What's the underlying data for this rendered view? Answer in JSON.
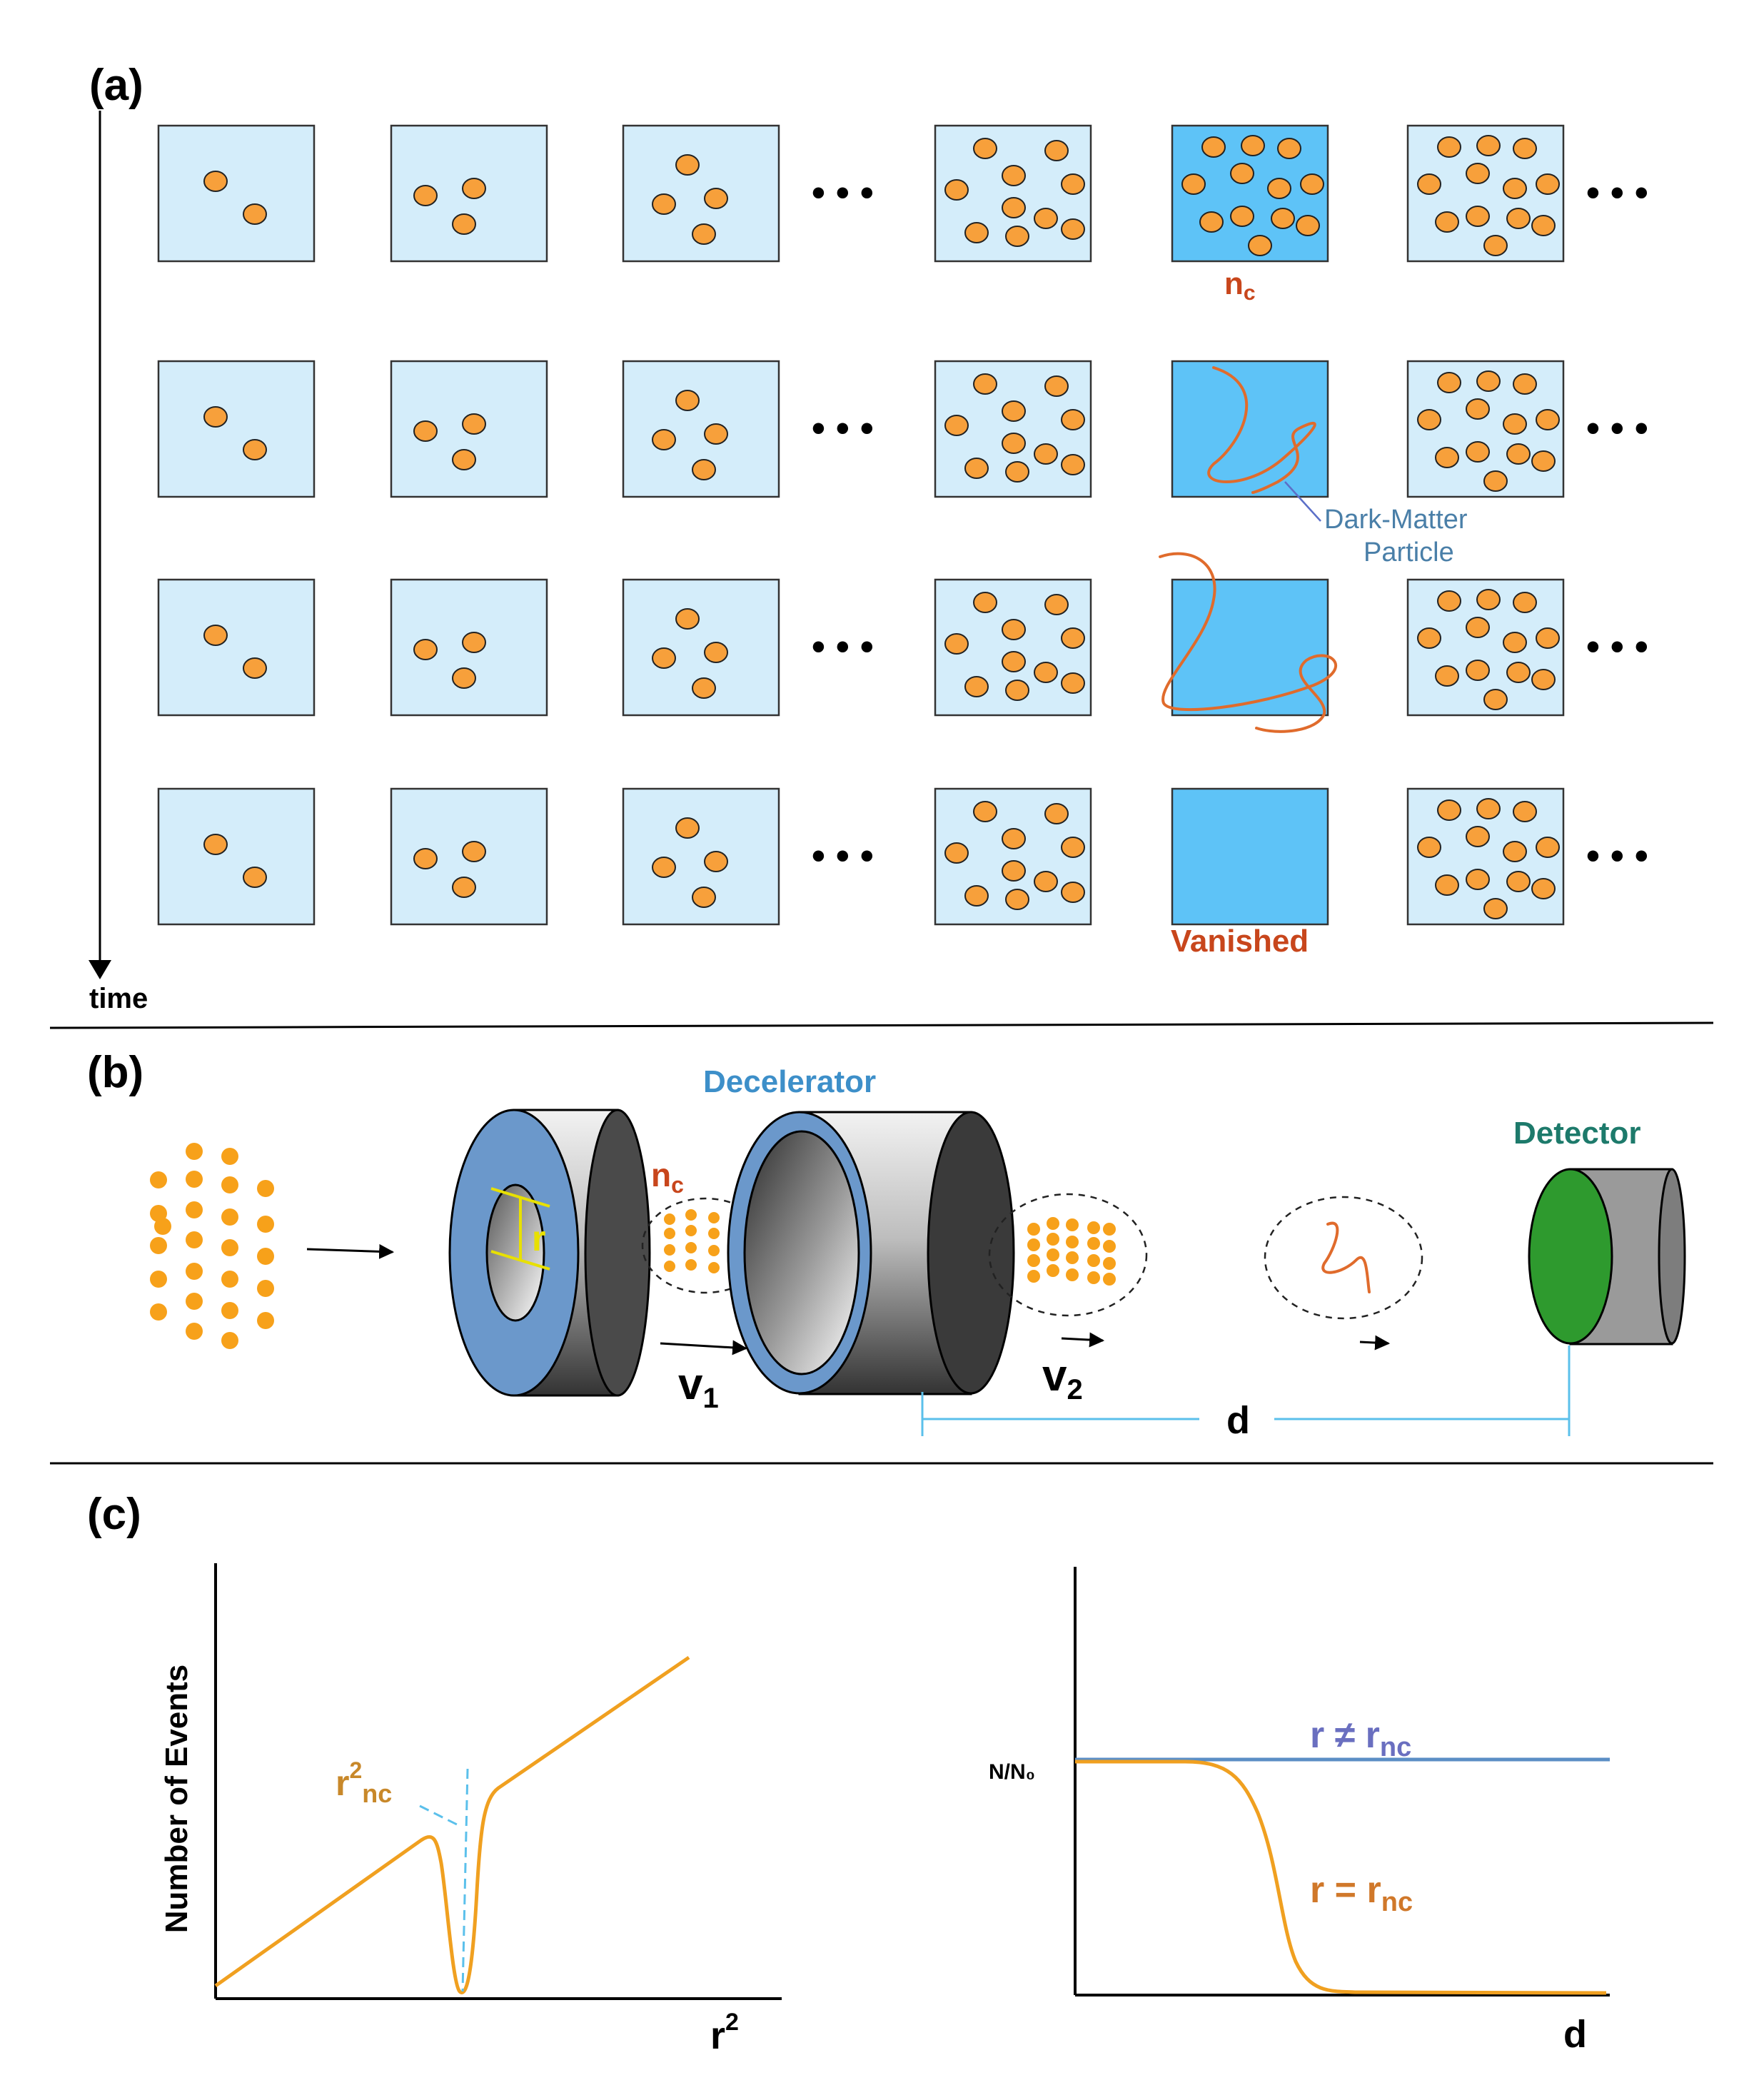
{
  "panels": {
    "a": "(a)",
    "b": "(b)",
    "c": "(c)"
  },
  "panel_a": {
    "time_label": "time",
    "critical_label": "n",
    "critical_sub": "c",
    "dark_matter_line1": "Dark-Matter",
    "dark_matter_line2": "Particle",
    "vanished_label": "Vanished",
    "ellipsis": "• • •"
  },
  "panel_b": {
    "decelerator_label": "Decelerator",
    "detector_label": "Detector",
    "radius_label": "r",
    "critical_label": "n",
    "critical_sub": "c",
    "v1_label": "v",
    "v1_sub": "1",
    "v2_label": "v",
    "v2_sub": "2",
    "distance_label": "d"
  },
  "panel_c": {
    "left": {
      "ylabel": "Number of Events",
      "xlabel_base": "r",
      "xlabel_sup": "2",
      "annotation_base": "r",
      "annotation_sup": "2",
      "annotation_sub": "nc"
    },
    "right": {
      "ytick_label": "N/N₀",
      "xlabel": "d",
      "neq_label_base": "r ≠ r",
      "neq_label_sub": "nc",
      "eq_label_base": "r = r",
      "eq_label_sub": "nc"
    }
  },
  "colors": {
    "atom": "#f7a03b",
    "box_normal": "#d4edfa",
    "box_critical": "#5ec3f7",
    "dark_matter": "#e06b2c",
    "curve_orange": "#f0a020",
    "curve_blue": "#5b8ec5",
    "decelerator_face": "#6b98cb",
    "detector_face": "#2e9a2e"
  }
}
